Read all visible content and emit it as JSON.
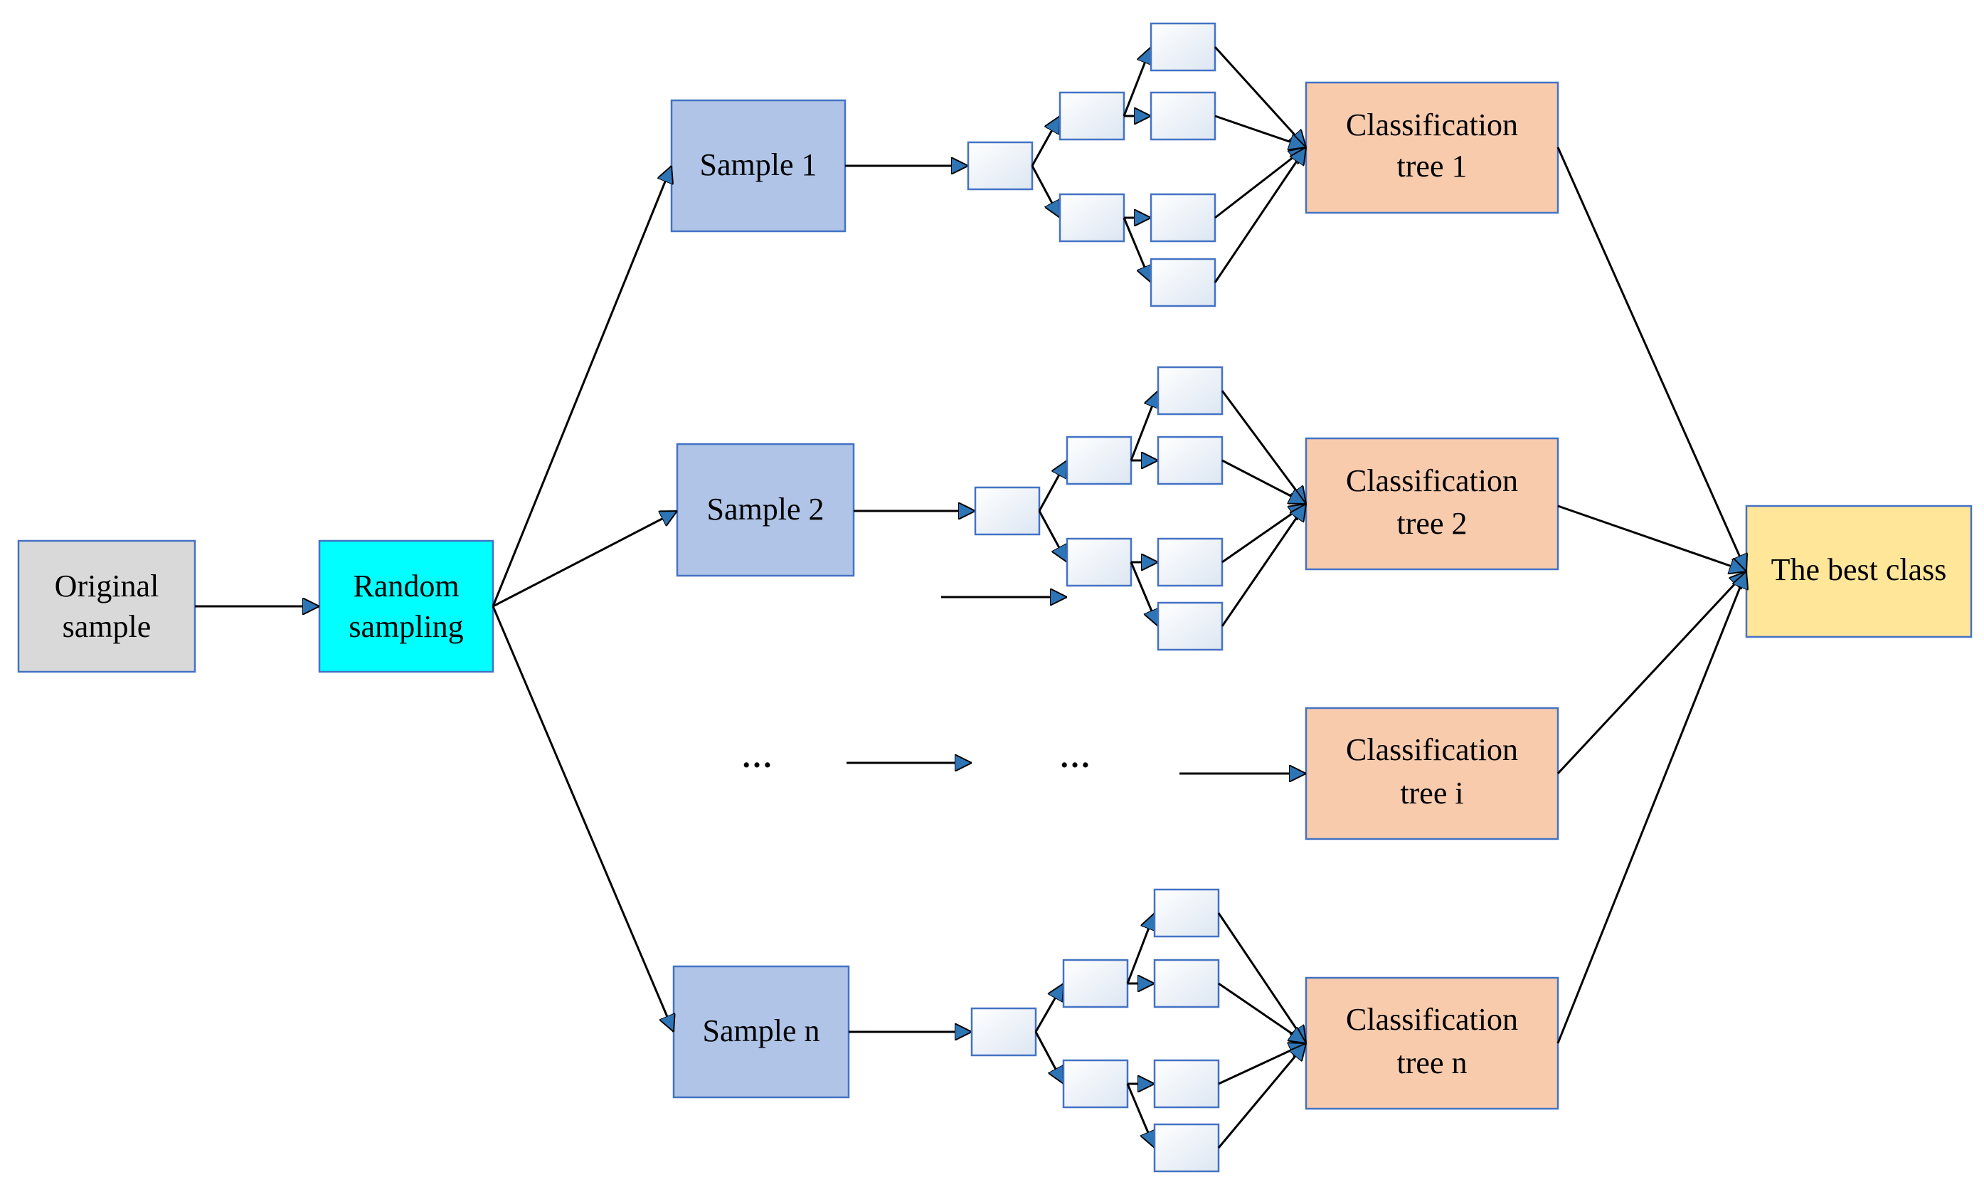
{
  "colors": {
    "original_fill": "#D9D9D9",
    "random_fill": "#00FFFF",
    "sample_fill": "#AFC4E7",
    "tree_fill": "#F8CBAD",
    "best_fill": "#FFE699",
    "border": "#4472C4",
    "arrowhead": "#2E75B6"
  },
  "nodes": {
    "original_sample": {
      "line1": "Original",
      "line2": "sample"
    },
    "random_sampling": {
      "line1": "Random",
      "line2": "sampling"
    },
    "sample_1": "Sample 1",
    "sample_2": "Sample 2",
    "sample_n": "Sample n",
    "tree_1": {
      "line1": "Classification",
      "line2": "tree 1"
    },
    "tree_2": {
      "line1": "Classification",
      "line2": "tree 2"
    },
    "tree_i": {
      "line1": "Classification",
      "line2": "tree i"
    },
    "tree_n": {
      "line1": "Classification",
      "line2": "tree n"
    },
    "best_class": "The best class"
  },
  "ellipsis": "…"
}
